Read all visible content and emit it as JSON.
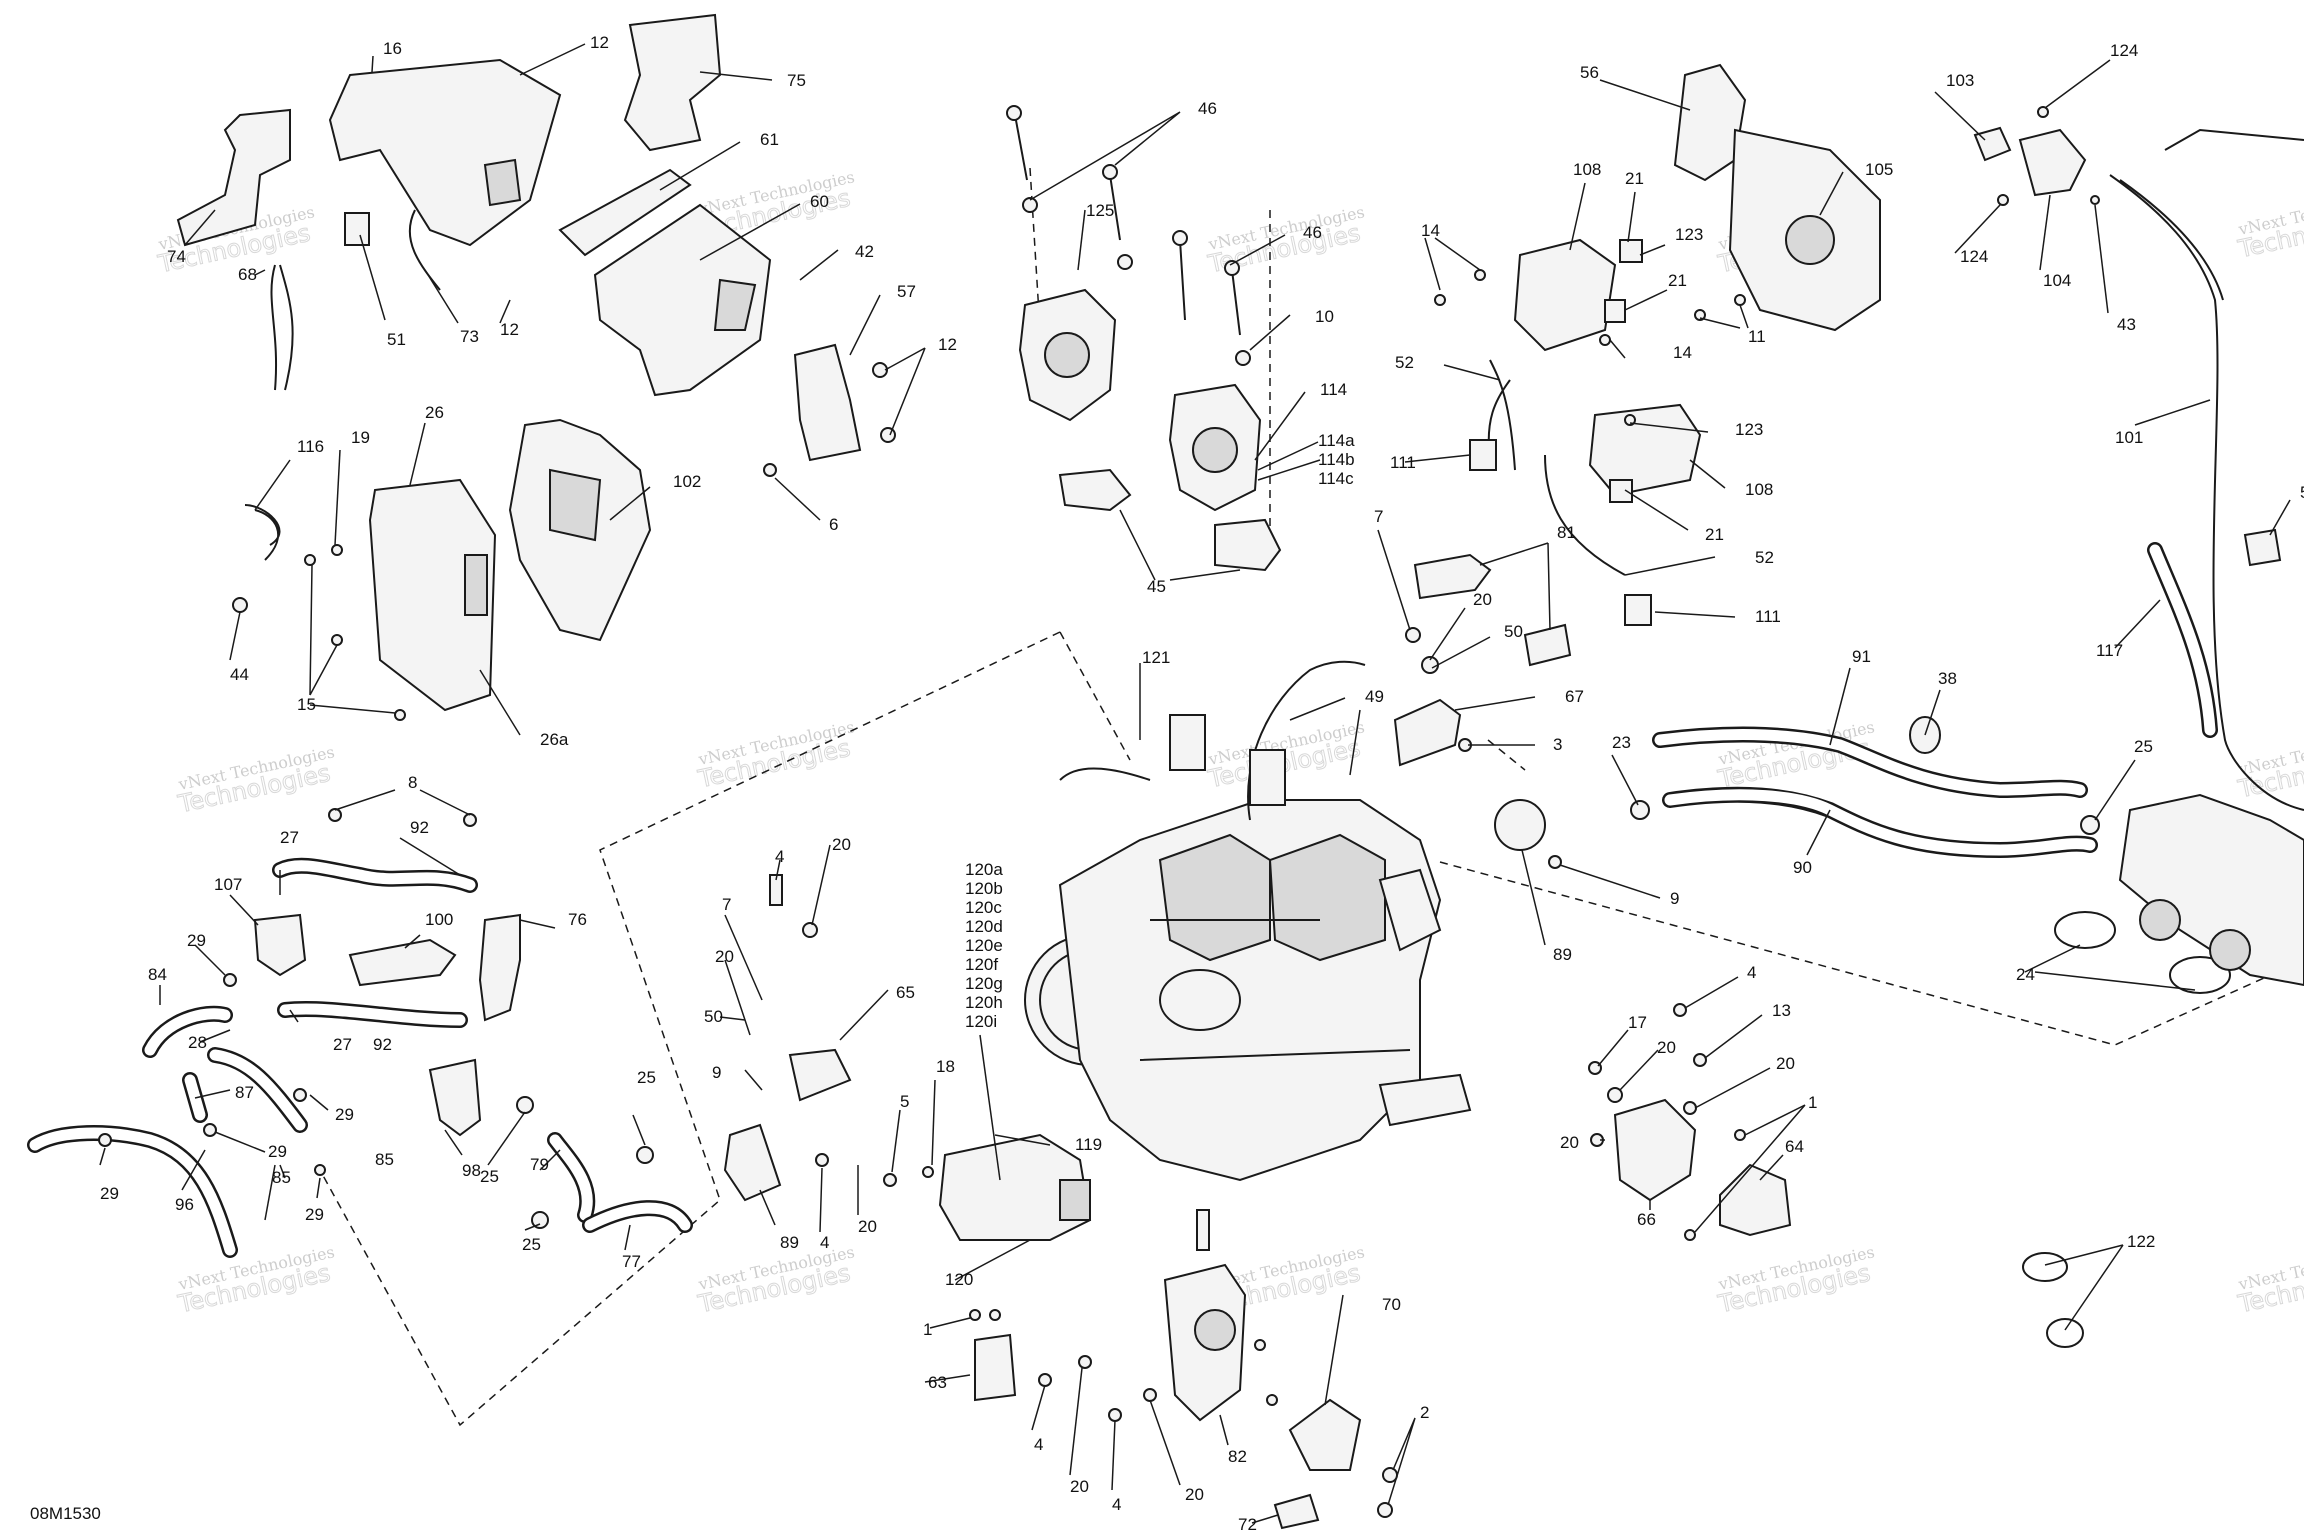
{
  "drawing_code": "08M1530",
  "watermark": {
    "line1": "vNext Technologies",
    "line2": "Technologies"
  },
  "callouts": [
    {
      "id": "c001",
      "text": "16"
    },
    {
      "id": "c002",
      "text": "12"
    },
    {
      "id": "c003",
      "text": "75"
    },
    {
      "id": "c004",
      "text": "61"
    },
    {
      "id": "c005",
      "text": "60"
    },
    {
      "id": "c006",
      "text": "42"
    },
    {
      "id": "c007",
      "text": "74"
    },
    {
      "id": "c008",
      "text": "68"
    },
    {
      "id": "c009",
      "text": "51"
    },
    {
      "id": "c010",
      "text": "73"
    },
    {
      "id": "c011",
      "text": "12"
    },
    {
      "id": "c012",
      "text": "57"
    },
    {
      "id": "c013",
      "text": "12"
    },
    {
      "id": "c014",
      "text": "6"
    },
    {
      "id": "c015",
      "text": "116"
    },
    {
      "id": "c016",
      "text": "19"
    },
    {
      "id": "c017",
      "text": "26"
    },
    {
      "id": "c018",
      "text": "102"
    },
    {
      "id": "c019",
      "text": "44"
    },
    {
      "id": "c020",
      "text": "15"
    },
    {
      "id": "c021",
      "text": "26a"
    },
    {
      "id": "c022",
      "text": "8"
    },
    {
      "id": "c023",
      "text": "92"
    },
    {
      "id": "c024",
      "text": "27"
    },
    {
      "id": "c025",
      "text": "107"
    },
    {
      "id": "c026",
      "text": "100"
    },
    {
      "id": "c027",
      "text": "76"
    },
    {
      "id": "c028",
      "text": "29"
    },
    {
      "id": "c029",
      "text": "84"
    },
    {
      "id": "c030",
      "text": "28"
    },
    {
      "id": "c031",
      "text": "27"
    },
    {
      "id": "c032",
      "text": "92"
    },
    {
      "id": "c033",
      "text": "87"
    },
    {
      "id": "c034",
      "text": "29"
    },
    {
      "id": "c035",
      "text": "29"
    },
    {
      "id": "c036",
      "text": "85"
    },
    {
      "id": "c037",
      "text": "85"
    },
    {
      "id": "c038",
      "text": "29"
    },
    {
      "id": "c039",
      "text": "96"
    },
    {
      "id": "c040",
      "text": "29"
    },
    {
      "id": "c041",
      "text": "98"
    },
    {
      "id": "c042",
      "text": "25"
    },
    {
      "id": "c043",
      "text": "79"
    },
    {
      "id": "c044",
      "text": "25"
    },
    {
      "id": "c045",
      "text": "25"
    },
    {
      "id": "c046",
      "text": "77"
    },
    {
      "id": "c047",
      "text": "46"
    },
    {
      "id": "c048",
      "text": "125"
    },
    {
      "id": "c049",
      "text": "46"
    },
    {
      "id": "c050",
      "text": "10"
    },
    {
      "id": "c051",
      "text": "114"
    },
    {
      "id": "c052",
      "text": "114a"
    },
    {
      "id": "c053",
      "text": "114b"
    },
    {
      "id": "c054",
      "text": "114c"
    },
    {
      "id": "c055",
      "text": "45"
    },
    {
      "id": "c056",
      "text": "121"
    },
    {
      "id": "c057",
      "text": "49"
    },
    {
      "id": "c058",
      "text": "4"
    },
    {
      "id": "c059",
      "text": "20"
    },
    {
      "id": "c060",
      "text": "7"
    },
    {
      "id": "c061",
      "text": "20"
    },
    {
      "id": "c062",
      "text": "50"
    },
    {
      "id": "c063",
      "text": "65"
    },
    {
      "id": "c064",
      "text": "9"
    },
    {
      "id": "c065",
      "text": "120a"
    },
    {
      "id": "c066",
      "text": "120b"
    },
    {
      "id": "c067",
      "text": "120c"
    },
    {
      "id": "c068",
      "text": "120d"
    },
    {
      "id": "c069",
      "text": "120e"
    },
    {
      "id": "c070",
      "text": "120f"
    },
    {
      "id": "c071",
      "text": "120g"
    },
    {
      "id": "c072",
      "text": "120h"
    },
    {
      "id": "c073",
      "text": "120i"
    },
    {
      "id": "c074",
      "text": "18"
    },
    {
      "id": "c075",
      "text": "5"
    },
    {
      "id": "c076",
      "text": "119"
    },
    {
      "id": "c077",
      "text": "20"
    },
    {
      "id": "c078",
      "text": "4"
    },
    {
      "id": "c079",
      "text": "89"
    },
    {
      "id": "c080",
      "text": "120"
    },
    {
      "id": "c081",
      "text": "1"
    },
    {
      "id": "c082",
      "text": "63"
    },
    {
      "id": "c083",
      "text": "4"
    },
    {
      "id": "c084",
      "text": "20"
    },
    {
      "id": "c085",
      "text": "4"
    },
    {
      "id": "c086",
      "text": "20"
    },
    {
      "id": "c087",
      "text": "82"
    },
    {
      "id": "c088",
      "text": "70"
    },
    {
      "id": "c089",
      "text": "2"
    },
    {
      "id": "c090",
      "text": "72"
    },
    {
      "id": "c091",
      "text": "56"
    },
    {
      "id": "c092",
      "text": "108"
    },
    {
      "id": "c093",
      "text": "21"
    },
    {
      "id": "c094",
      "text": "105"
    },
    {
      "id": "c095",
      "text": "14"
    },
    {
      "id": "c096",
      "text": "123"
    },
    {
      "id": "c097",
      "text": "21"
    },
    {
      "id": "c098",
      "text": "11"
    },
    {
      "id": "c099",
      "text": "52"
    },
    {
      "id": "c100",
      "text": "14"
    },
    {
      "id": "c101",
      "text": "123"
    },
    {
      "id": "c102",
      "text": "111"
    },
    {
      "id": "c103",
      "text": "108"
    },
    {
      "id": "c104",
      "text": "21"
    },
    {
      "id": "c105",
      "text": "7"
    },
    {
      "id": "c106",
      "text": "81"
    },
    {
      "id": "c107",
      "text": "52"
    },
    {
      "id": "c108",
      "text": "20"
    },
    {
      "id": "c109",
      "text": "50"
    },
    {
      "id": "c110",
      "text": "111"
    },
    {
      "id": "c111",
      "text": "67"
    },
    {
      "id": "c112",
      "text": "3"
    },
    {
      "id": "c113",
      "text": "9"
    },
    {
      "id": "c114",
      "text": "89"
    },
    {
      "id": "c115",
      "text": "103"
    },
    {
      "id": "c116",
      "text": "124"
    },
    {
      "id": "c117",
      "text": "124"
    },
    {
      "id": "c118",
      "text": "104"
    },
    {
      "id": "c119",
      "text": "43"
    },
    {
      "id": "c120",
      "text": "101"
    },
    {
      "id": "c121",
      "text": "117"
    },
    {
      "id": "c122",
      "text": "91"
    },
    {
      "id": "c123",
      "text": "38"
    },
    {
      "id": "c124",
      "text": "23"
    },
    {
      "id": "c125",
      "text": "90"
    },
    {
      "id": "c126",
      "text": "25"
    },
    {
      "id": "c127",
      "text": "24"
    },
    {
      "id": "c128",
      "text": "4"
    },
    {
      "id": "c129",
      "text": "13"
    },
    {
      "id": "c130",
      "text": "17"
    },
    {
      "id": "c131",
      "text": "20"
    },
    {
      "id": "c132",
      "text": "20"
    },
    {
      "id": "c133",
      "text": "20"
    },
    {
      "id": "c134",
      "text": "1"
    },
    {
      "id": "c135",
      "text": "64"
    },
    {
      "id": "c136",
      "text": "66"
    },
    {
      "id": "c137",
      "text": "122"
    },
    {
      "id": "c138",
      "text": "5"
    }
  ]
}
